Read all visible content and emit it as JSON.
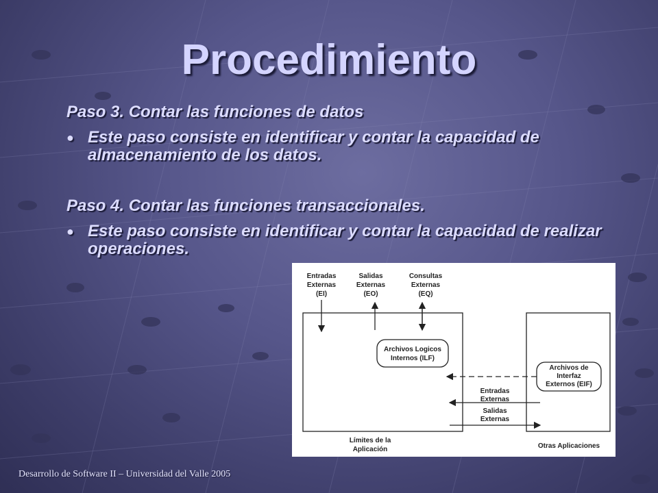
{
  "slide": {
    "title": "Procedimiento",
    "step3_heading": "Paso 3. Contar las funciones de datos",
    "step3_bullet": "Este paso consiste en identificar y contar la capacidad de almacenamiento de los datos.",
    "step4_heading": "Paso 4. Contar las funciones transaccionales.",
    "step4_bullet": "Este paso consiste en identificar y contar la capacidad de realizar operaciones.",
    "footer": "Desarrollo de Software II – Universidad del Valle 2005"
  },
  "diagram": {
    "ei": [
      "Entradas",
      "Externas",
      "(EI)"
    ],
    "eo": [
      "Salidas",
      "Externas",
      "(EO)"
    ],
    "eq": [
      "Consultas",
      "Externas",
      "(EQ)"
    ],
    "ilf": [
      "Archivos Logicos",
      "Internos (ILF)"
    ],
    "eif": [
      "Archivos de",
      "Interfaz",
      "Externos (EIF)"
    ],
    "in_flow": [
      "Entradas",
      "Externas"
    ],
    "out_flow": [
      "Salidas",
      "Externas"
    ],
    "boundary": [
      "Límites de la",
      "Aplicación"
    ],
    "other_apps": "Otras Aplicaciones"
  },
  "colors": {
    "title": "#d4d4ff",
    "text": "#dcdcff",
    "background": "#56568a"
  }
}
